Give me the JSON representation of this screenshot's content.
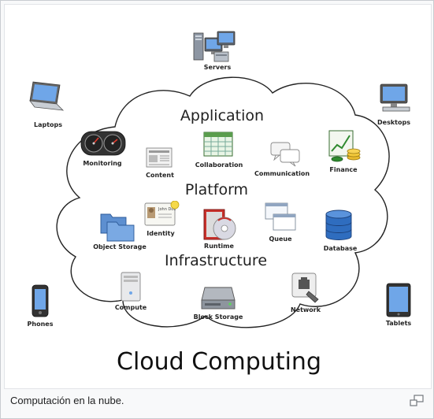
{
  "diagram": {
    "title": "Cloud Computing",
    "sections": {
      "application": "Application",
      "platform": "Platform",
      "infrastructure": "Infrastructure"
    },
    "devices": {
      "servers": "Servers",
      "laptops": "Laptops",
      "desktops": "Desktops",
      "phones": "Phones",
      "tablets": "Tablets"
    },
    "application_items": {
      "monitoring": "Monitoring",
      "content": "Content",
      "collaboration": "Collaboration",
      "communication": "Communication",
      "finance": "Finance"
    },
    "platform_items": {
      "object_storage": "Object Storage",
      "identity": "Identity",
      "runtime": "Runtime",
      "queue": "Queue",
      "database": "Database"
    },
    "infrastructure_items": {
      "compute": "Compute",
      "block_storage": "Block Storage",
      "network": "Network"
    },
    "identity_card_text": "John Doe"
  },
  "caption": {
    "text": "Computación en la nube.",
    "enlarge_icon": "magnify-icon"
  }
}
